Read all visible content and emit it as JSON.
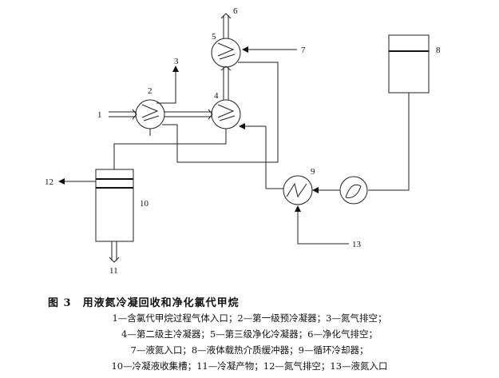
{
  "labels": {
    "n1": "1",
    "n2": "2",
    "n3": "3",
    "n4": "4",
    "n5": "5",
    "n6": "6",
    "n7": "7",
    "n8": "8",
    "n9": "9",
    "n10": "10",
    "n11": "11",
    "n12": "12",
    "n13": "13"
  },
  "caption": {
    "title": "图 3　用液氮冷凝回收和净化氯代甲烷",
    "lines": [
      "1—含氯代甲烷过程气体入口；2—第一级预冷凝器；3—氮气排空；",
      "4—第二级主冷凝器；5—第三级净化冷凝器；6—净化气排空；",
      "7—液氮入口；8—液体载热介质缓冲器；9—循环冷却器；",
      "10—冷凝液收集槽；11—冷凝产物；12—氮气排空；13—液氮入口"
    ]
  }
}
